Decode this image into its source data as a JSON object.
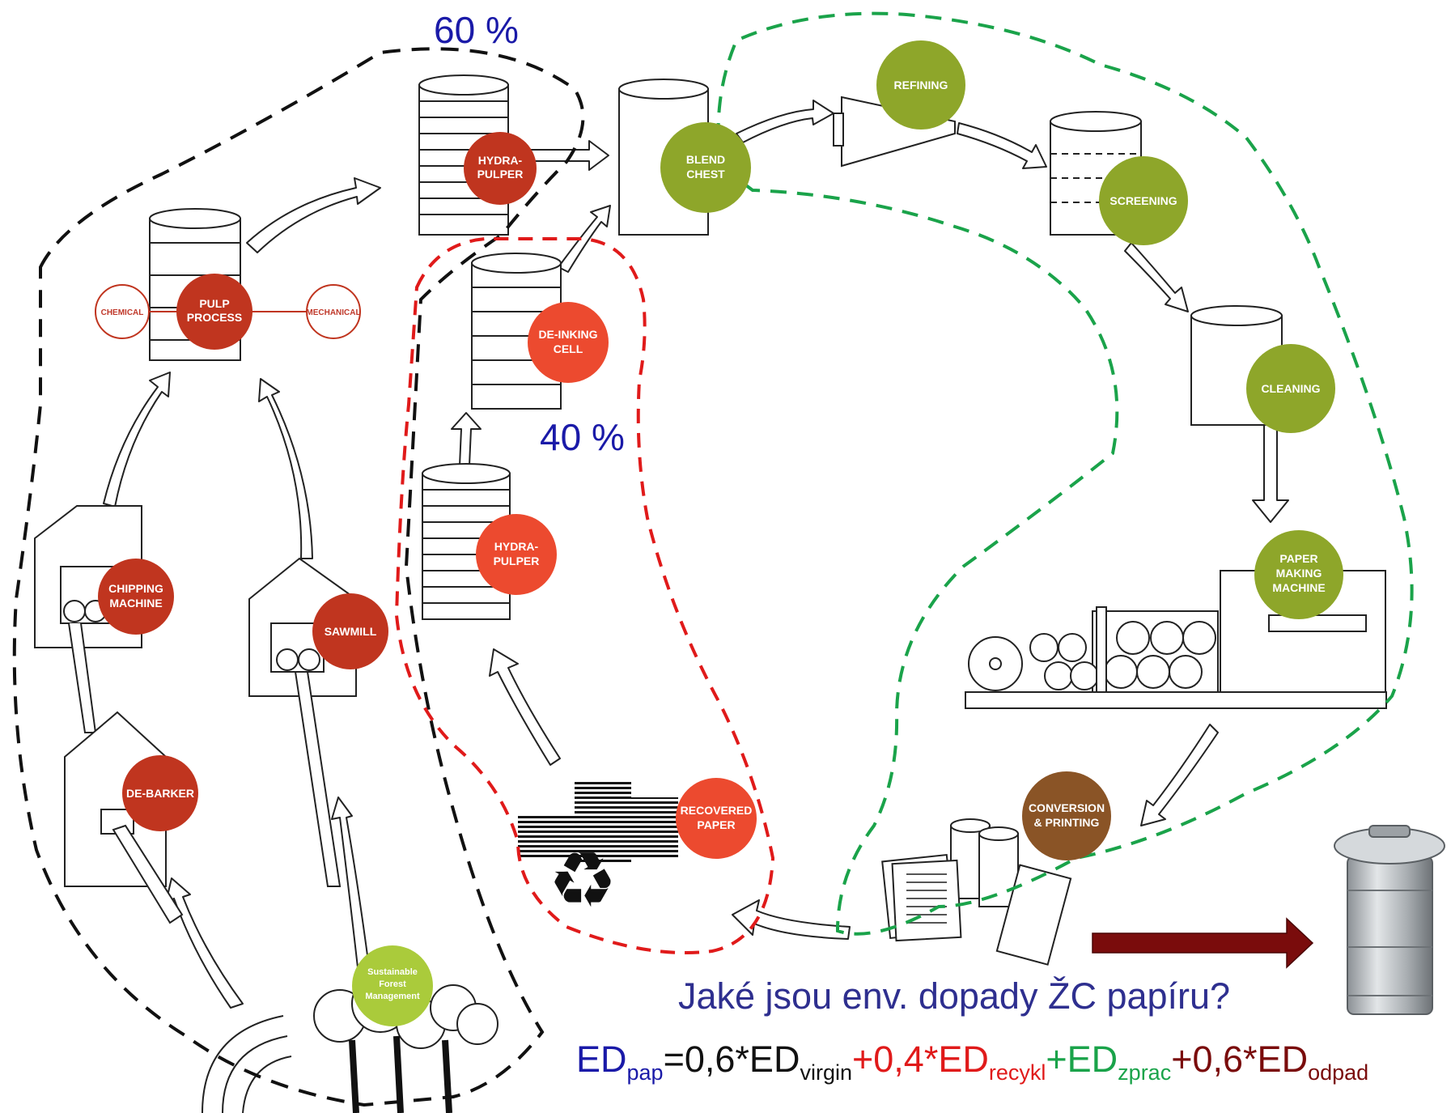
{
  "percentages": {
    "virgin": "60 %",
    "recycled": "40 %"
  },
  "nodes": {
    "hydrapulper_top": [
      "HYDRA-",
      "PULPER"
    ],
    "pulp_process": [
      "PULP",
      "PROCESS"
    ],
    "chemical": "CHEMICAL",
    "mechanical": "MECHANICAL",
    "chipping_machine": [
      "CHIPPING",
      "MACHINE"
    ],
    "sawmill": "SAWMILL",
    "de_barker": "DE-BARKER",
    "sustainable_forest": [
      "Sustainable",
      "Forest",
      "Management"
    ],
    "de_inking_cell": [
      "DE-INKING",
      "CELL"
    ],
    "hydrapulper_recycled": [
      "HYDRA-",
      "PULPER"
    ],
    "recovered_paper": [
      "RECOVERED",
      "PAPER"
    ],
    "blend_chest": [
      "BLEND",
      "CHEST"
    ],
    "refining": "REFINING",
    "screening": "SCREENING",
    "cleaning": "CLEANING",
    "paper_making_machine": [
      "PAPER",
      "MAKING",
      "MACHINE"
    ],
    "conversion_printing": [
      "CONVERSION",
      "& PRINTING"
    ]
  },
  "question": "Jaké jsou env. dopady ŽC papíru?",
  "formula": {
    "ed": "ED",
    "pap": "pap",
    "eq_virgin": "=0,6*ED",
    "virgin": "virgin",
    "plus_recycled": "+0,4*ED",
    "recycled": "recykl",
    "plus_processing": "+ED",
    "processing": "zprac",
    "plus_waste": "+0,6*ED",
    "waste": "odpad"
  },
  "colors": {
    "virgin_dark_red": "#c0351f",
    "recycled_red": "#ec4a2f",
    "process_green": "#8ea62a",
    "forest_green": "#aacb3b",
    "conversion_brown": "#8a5426",
    "boundary_black": "#111111",
    "boundary_red": "#e01a1a",
    "boundary_green": "#1aa34a",
    "label_blue": "#1a1aa8",
    "question_blue": "#2e2f8f",
    "waste_arrow": "#7a0c0c"
  }
}
